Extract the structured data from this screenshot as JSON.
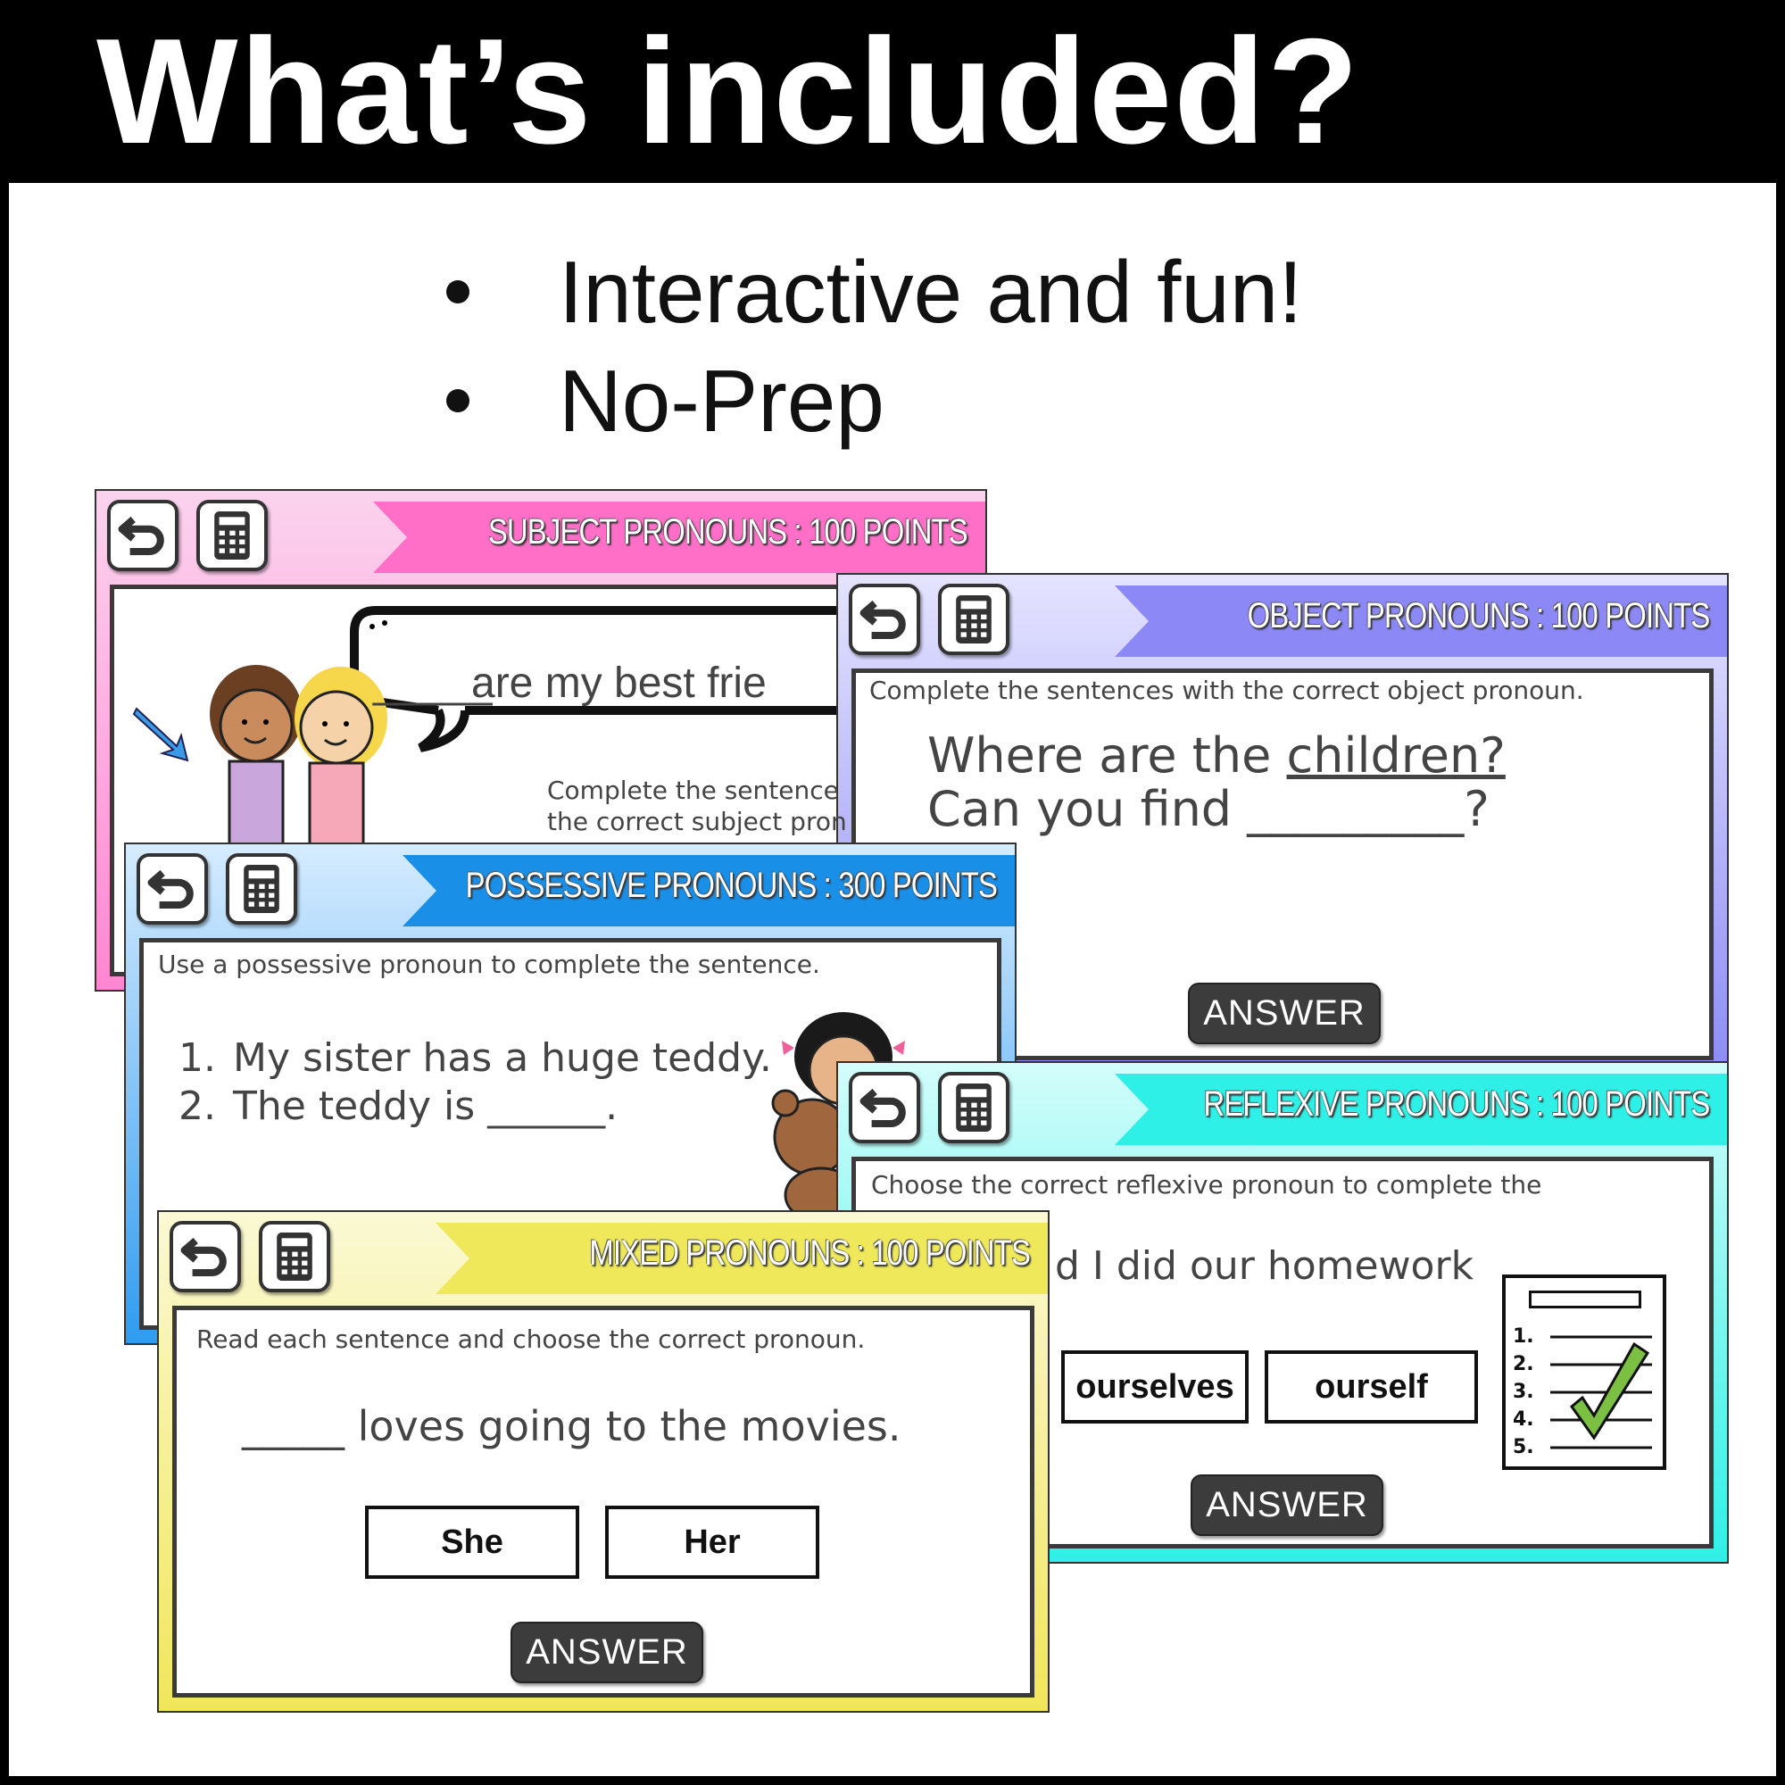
{
  "header": {
    "title": "What’s included?"
  },
  "bullets": [
    "Interactive and fun!",
    "No-Prep"
  ],
  "cards": {
    "subject": {
      "banner": "SUBJECT PRONOUNS : 100 POINTS",
      "color": "#ff6fc8",
      "blank": "_____",
      "sentence": "are my best frie",
      "instruction_line1": "Complete the sentence",
      "instruction_line2": "the correct subject pron"
    },
    "object": {
      "banner": "OBJECT PRONOUNS  : 100 POINTS",
      "color": "#8c89f6",
      "instruction": "Complete the sentences with the correct object pronoun.",
      "line1_prefix": "Where are the ",
      "line1_underlined": "children?",
      "line2": "Can you find _________?",
      "answer": "ANSWER"
    },
    "possessive": {
      "banner": "POSSESSIVE PRONOUNS  : 300 POINTS",
      "color": "#1a8fe8",
      "instruction": "Use a possessive pronoun to complete the sentence.",
      "items": [
        {
          "num": "1.",
          "text": "My sister has a huge teddy."
        },
        {
          "num": "2.",
          "text": "The teddy is ______."
        }
      ]
    },
    "reflexive": {
      "banner": "REFLEXIVE PRONOUNS : 100 POINTS",
      "color": "#2ef0e6",
      "instruction": "Choose the correct  reflexive pronoun to complete the",
      "sentence": "d I did our homework",
      "options": [
        "ourselves",
        "ourself"
      ],
      "checklist_numbers": [
        "1.",
        "2.",
        "3.",
        "4.",
        "5."
      ],
      "answer": "ANSWER"
    },
    "mixed": {
      "banner": "MIXED PRONOUNS : 100 POINTS",
      "color": "#eee85a",
      "instruction": "Read each sentence and choose the correct pronoun.",
      "sentence": "_____ loves going to the movies.",
      "options": [
        "She",
        "Her"
      ],
      "answer": "ANSWER"
    }
  },
  "icons": [
    "undo-icon",
    "calculator-icon",
    "arrow-icon",
    "checklist-icon"
  ]
}
